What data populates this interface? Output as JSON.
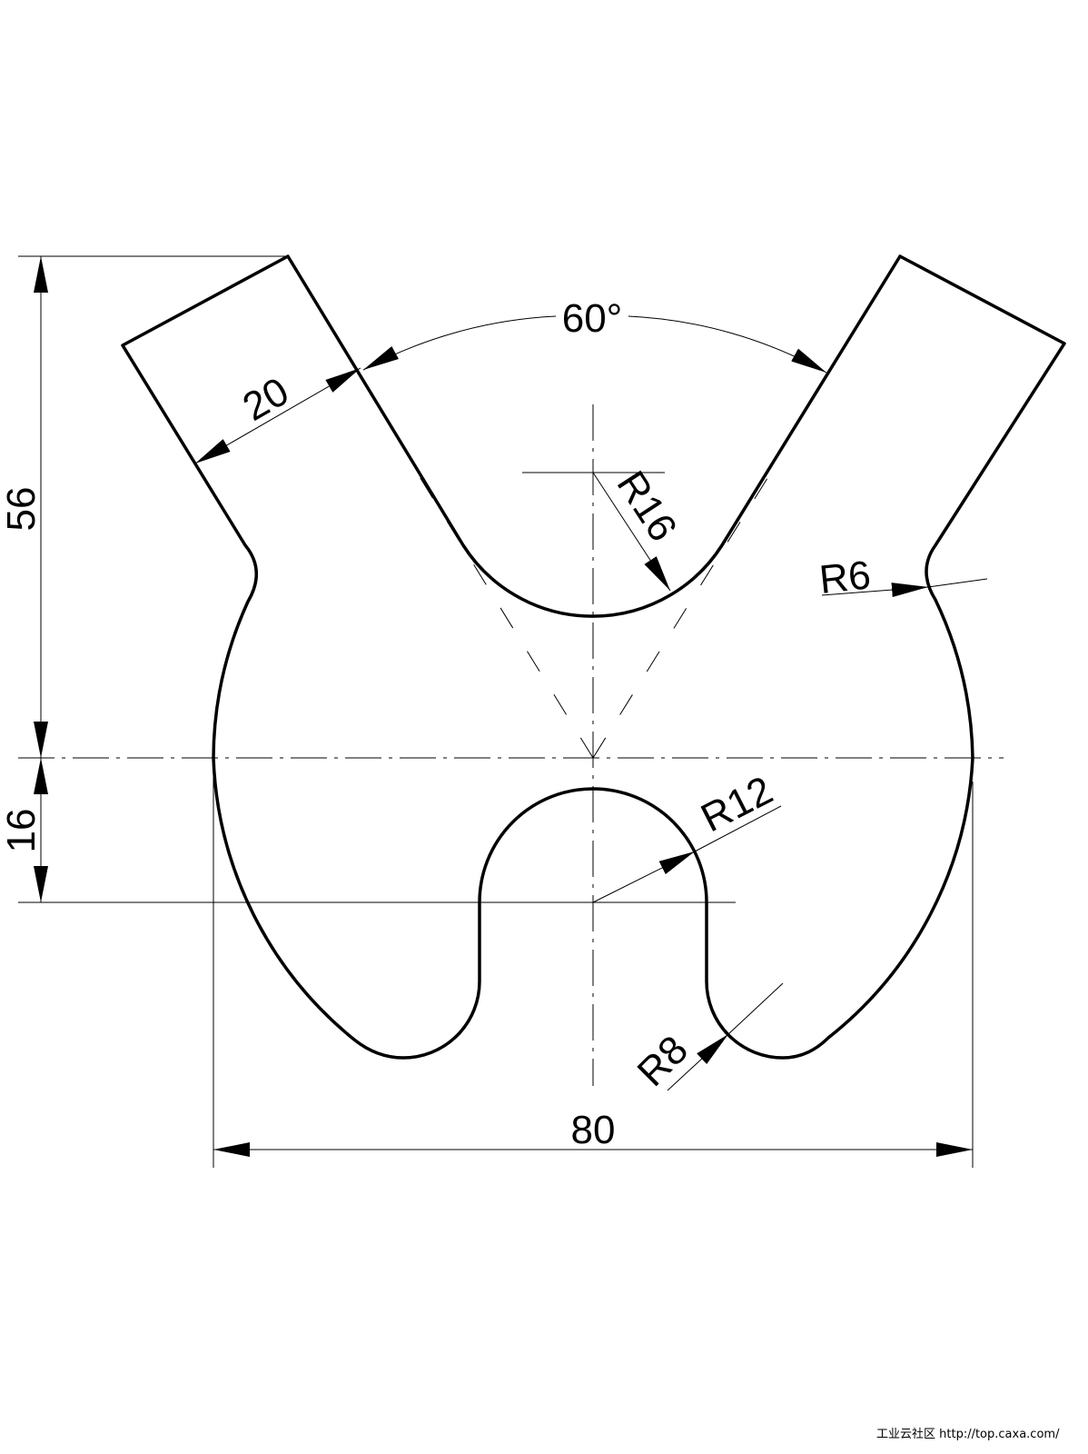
{
  "drawing": {
    "dimensions": {
      "height_upper": "56",
      "height_lower": "16",
      "arm_width": "20",
      "angle": "60°",
      "radius_top": "R16",
      "radius_fillet": "R6",
      "radius_slot": "R12",
      "radius_bottom": "R8",
      "overall_width": "80"
    }
  },
  "watermark": "工业云社区 http://top.caxa.com/"
}
